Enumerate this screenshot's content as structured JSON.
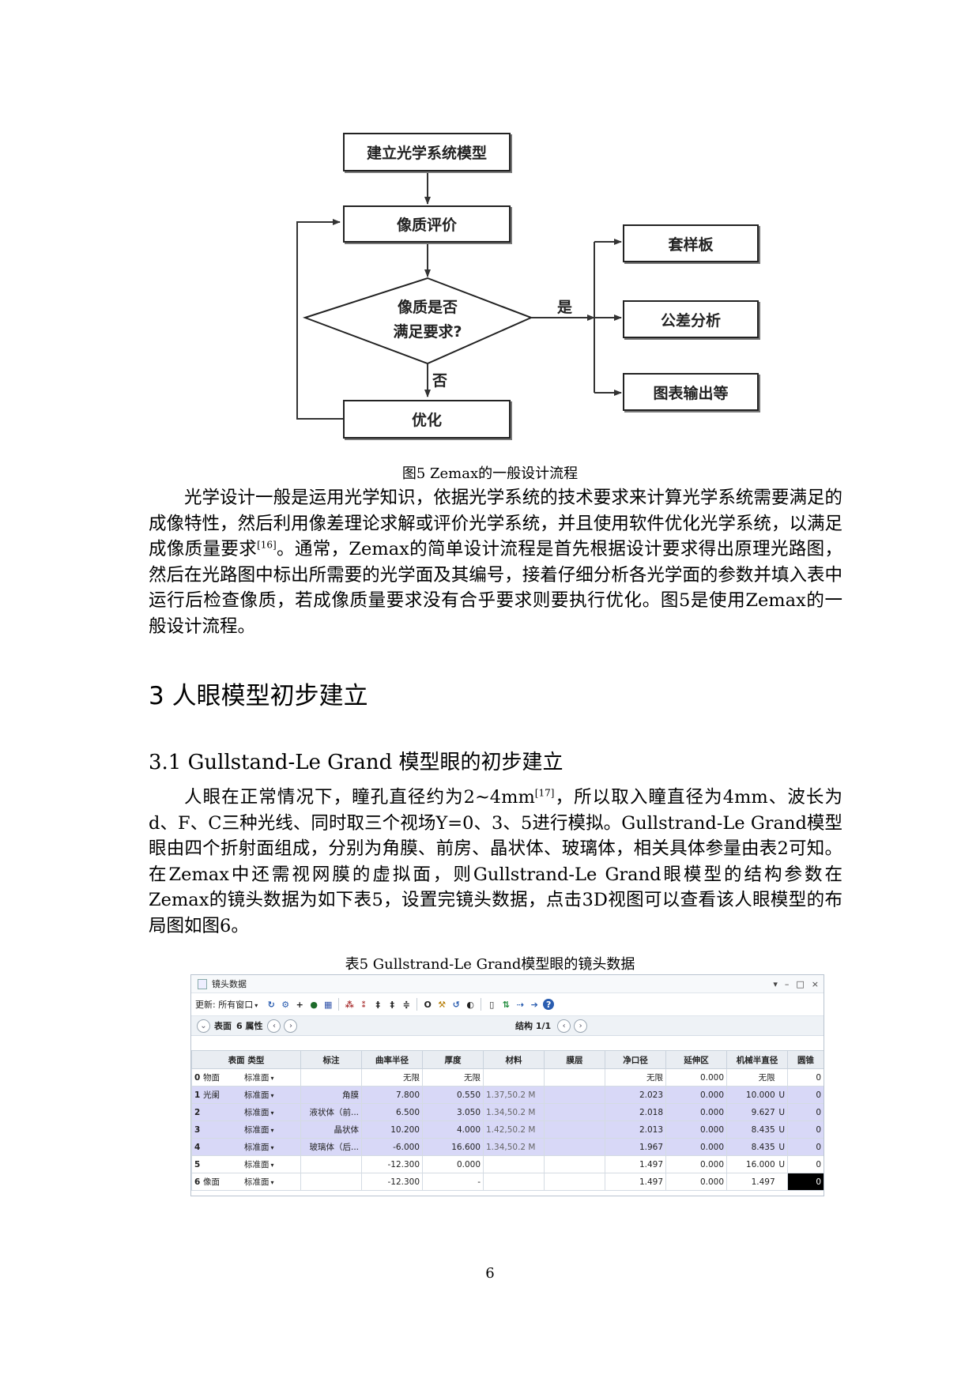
{
  "flowchart": {
    "nodes": {
      "build": "建立光学系统模型",
      "eval": "像质评价",
      "decision_line1": "像质是否",
      "decision_line2": "满足要求?",
      "optimize": "优化",
      "template": "套样板",
      "tolerance": "公差分析",
      "charts": "图表输出等"
    },
    "edge_yes": "是",
    "edge_no": "否"
  },
  "figure_caption": "图5 Zemax的一般设计流程",
  "paragraph1": {
    "part1": "光学设计一般是运用光学知识，依据光学系统的技术要求来计算光学系统需要满足的成像特性，然后利用像差理论求解或评价光学系统，并且使用软件优化光学系统，以满足成像质量要求",
    "ref": "[16]",
    "part2": "。通常，Zemax的简单设计流程是首先根据设计要求得出原理光路图，然后在光路图中标出所需要的光学面及其编号，接着仔细分析各光学面的参数并填入表中运行后检查像质，若成像质量要求没有合乎要求则要执行优化。图5是使用Zemax的一般设计流程。"
  },
  "section_title": "3 人眼模型初步建立",
  "subsection_title": "3.1 Gullstand-Le Grand 模型眼的初步建立",
  "paragraph2": {
    "part1": "人眼在正常情况下，瞳孔直径约为2~4mm",
    "ref": "[17]",
    "part2": "，所以取入瞳直径为4mm、波长为d、F、C三种光线、同时取三个视场Y=0、3、5进行模拟。Gullstrand-Le Grand模型眼由四个折射面组成，分别为角膜、前房、晶状体、玻璃体，相关具体参量由表2可知。在Zemax中还需视网膜的虚拟面，则Gullstrand-Le Grand眼模型的结构参数在Zemax的镜头数据为如下表5，设置完镜头数据，点击3D视图可以查看该人眼模型的布局图如图6。"
  },
  "table_caption": "表5 Gullstrand-Le Grand模型眼的镜头数据",
  "lens_window": {
    "title": "镜头数据",
    "title_controls": [
      "▾",
      "–",
      "□",
      "×"
    ],
    "toolbar_update_label": "更新: 所有窗口",
    "nav_surface_label": "表面",
    "nav_props_label": "6 属性",
    "nav_config_label": "结构 1/1",
    "columns": [
      "表面 类型",
      "标注",
      "曲率半径",
      "厚度",
      "材料",
      "膜层",
      "净口径",
      "延伸区",
      "机械半直径",
      "圆锥"
    ],
    "rows": [
      {
        "idx": "0",
        "name": "物面",
        "type": "标准面",
        "comment": "",
        "radius": "无限",
        "thickness": "无限",
        "material": "",
        "coating": "",
        "clear": "无限",
        "chip": "0.000",
        "mech": "无限",
        "mech_flag": "",
        "conic": "0",
        "selected": false
      },
      {
        "idx": "1",
        "name": "光阑",
        "type": "标准面",
        "comment": "角膜",
        "radius": "7.800",
        "thickness": "0.550",
        "material": "1.37,50.2  M",
        "coating": "",
        "clear": "2.023",
        "chip": "0.000",
        "mech": "10.000",
        "mech_flag": "U",
        "conic": "0",
        "selected": true
      },
      {
        "idx": "2",
        "name": "",
        "type": "标准面",
        "comment": "液状体（前...",
        "radius": "6.500",
        "thickness": "3.050",
        "material": "1.34,50.2  M",
        "coating": "",
        "clear": "2.018",
        "chip": "0.000",
        "mech": "9.627",
        "mech_flag": "U",
        "conic": "0",
        "selected": true
      },
      {
        "idx": "3",
        "name": "",
        "type": "标准面",
        "comment": "晶状体",
        "radius": "10.200",
        "thickness": "4.000",
        "material": "1.42,50.2  M",
        "coating": "",
        "clear": "2.013",
        "chip": "0.000",
        "mech": "8.435",
        "mech_flag": "U",
        "conic": "0",
        "selected": true
      },
      {
        "idx": "4",
        "name": "",
        "type": "标准面",
        "comment": "玻璃体（后...",
        "radius": "-6.000",
        "thickness": "16.600",
        "material": "1.34,50.2  M",
        "coating": "",
        "clear": "1.967",
        "chip": "0.000",
        "mech": "8.435",
        "mech_flag": "U",
        "conic": "0",
        "selected": true
      },
      {
        "idx": "5",
        "name": "",
        "type": "标准面",
        "comment": "",
        "radius": "-12.300",
        "thickness": "0.000",
        "material": "",
        "coating": "",
        "clear": "1.497",
        "chip": "0.000",
        "mech": "16.000",
        "mech_flag": "U",
        "conic": "0",
        "selected": false
      },
      {
        "idx": "6",
        "name": "像面",
        "type": "标准面",
        "comment": "",
        "radius": "-12.300",
        "thickness": "-",
        "material": "",
        "coating": "",
        "clear": "1.497",
        "chip": "0.000",
        "mech": "1.497",
        "mech_flag": "",
        "conic": "0",
        "selected": false
      }
    ]
  },
  "page_number": "6"
}
